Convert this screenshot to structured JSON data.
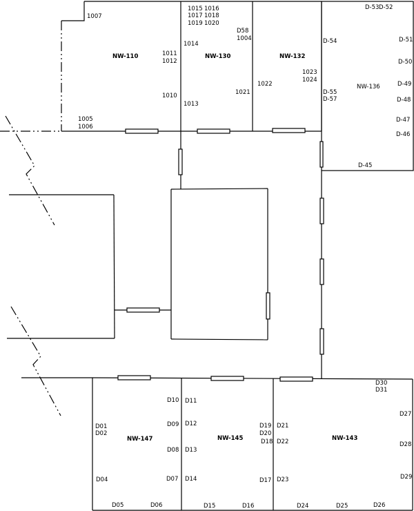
{
  "rooms": {
    "nw110": "NW-110",
    "nw130": "NW-130",
    "nw132": "NW-132",
    "nw136": "NW-136",
    "nw147": "NW-147",
    "nw145": "NW-145",
    "nw143": "NW-143"
  },
  "labels": {
    "l1007": "1007",
    "l1015": "1015",
    "l1016": "1016",
    "l1017": "1017",
    "l1018": "1018",
    "l1019": "1019",
    "l1020": "1020",
    "lD58": "D58",
    "l1004": "1004",
    "l1014": "1014",
    "l1011": "1011",
    "l1012": "1012",
    "l1010": "1010",
    "l1013": "1013",
    "l1021": "1021",
    "l1022": "1022",
    "l1023": "1023",
    "l1024": "1024",
    "l1005": "1005",
    "l1006": "1006",
    "lD53": "D-53",
    "lD52": "D-52",
    "lD54": "D-54",
    "lD51": "D-51",
    "lD50": "D-50",
    "lD49": "D-49",
    "lD55": "D-55",
    "lD57": "D-57",
    "lD48": "D-48",
    "lD47": "D-47",
    "lD46": "D-46",
    "lD45": "D-45",
    "lD30": "D30",
    "lD31": "D31",
    "lD01": "D01",
    "lD02": "D02",
    "lD10": "D10",
    "lD11": "D11",
    "lD19": "D19",
    "lD20": "D20",
    "lD21": "D21",
    "lD27": "D27",
    "lD09": "D09",
    "lD12": "D12",
    "lD18": "D18",
    "lD22": "D22",
    "lD08": "D08",
    "lD13": "D13",
    "lD28": "D28",
    "lD04": "D04",
    "lD07": "D07",
    "lD14": "D14",
    "lD17": "D17",
    "lD23": "D23",
    "lD29": "D29",
    "lD05": "D05",
    "lD06": "D06",
    "lD15": "D15",
    "lD16": "D16",
    "lD24": "D24",
    "lD25": "D25",
    "lD26": "D26"
  }
}
